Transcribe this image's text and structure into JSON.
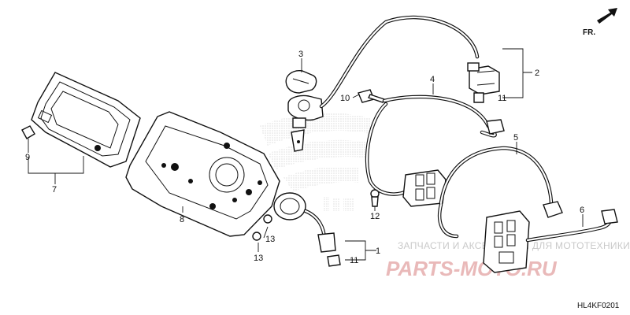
{
  "direction_label": "FR.",
  "drawing_code": "HL4KF0201",
  "watermark": {
    "line1": "ЗАПЧАСТИ И АКСЕССУАРЫ ДЛЯ МОТОТЕХНИКИ",
    "line2": "PARTS-MOTO.RU"
  },
  "callouts": [
    "1",
    "2",
    "3",
    "4",
    "5",
    "6",
    "7",
    "8",
    "9",
    "10",
    "11",
    "11",
    "12",
    "13",
    "13"
  ]
}
